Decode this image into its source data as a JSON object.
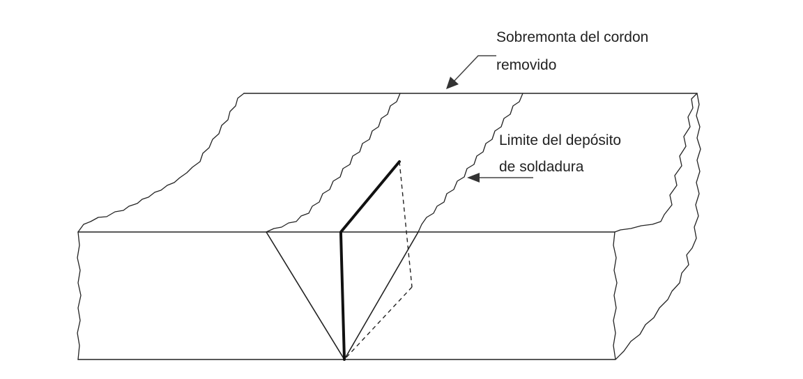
{
  "labels": {
    "reinforcement_line1": "Sobremonta del cordon",
    "reinforcement_line2": "removido",
    "boundary_line1": "Limite del depósito",
    "boundary_line2": "de soldadura"
  }
}
